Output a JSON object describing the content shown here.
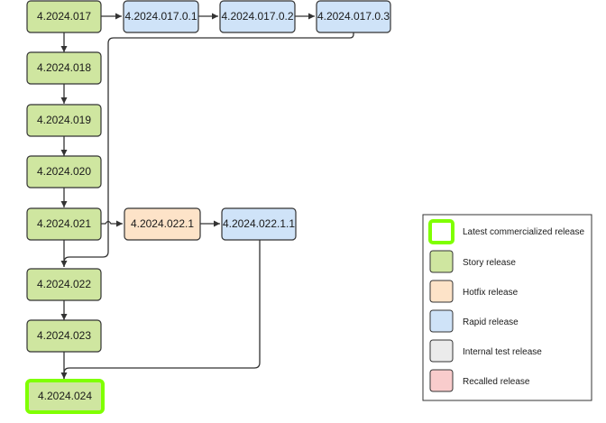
{
  "colors": {
    "story": "#cfe6a0",
    "hotfix": "#fde3c8",
    "rapid": "#cfe3f8",
    "internal_test": "#ebebeb",
    "recalled": "#f9cccc",
    "latest_border": "#7fff00",
    "line": "#333333"
  },
  "nodes": {
    "n017": "4.2024.017",
    "n018": "4.2024.018",
    "n019": "4.2024.019",
    "n020": "4.2024.020",
    "n021": "4.2024.021",
    "n022": "4.2024.022",
    "n023": "4.2024.023",
    "n024": "4.2024.024",
    "n017_0_1": "4.2024.017.0.1",
    "n017_0_2": "4.2024.017.0.2",
    "n017_0_3": "4.2024.017.0.3",
    "n022_1": "4.2024.022.1",
    "n022_1_1": "4.2024.022.1.1"
  },
  "legend": {
    "latest": "Latest commercialized release",
    "story": "Story release",
    "hotfix": "Hotfix release",
    "rapid": "Rapid release",
    "internal_test": "Internal test release",
    "recalled": "Recalled release"
  }
}
